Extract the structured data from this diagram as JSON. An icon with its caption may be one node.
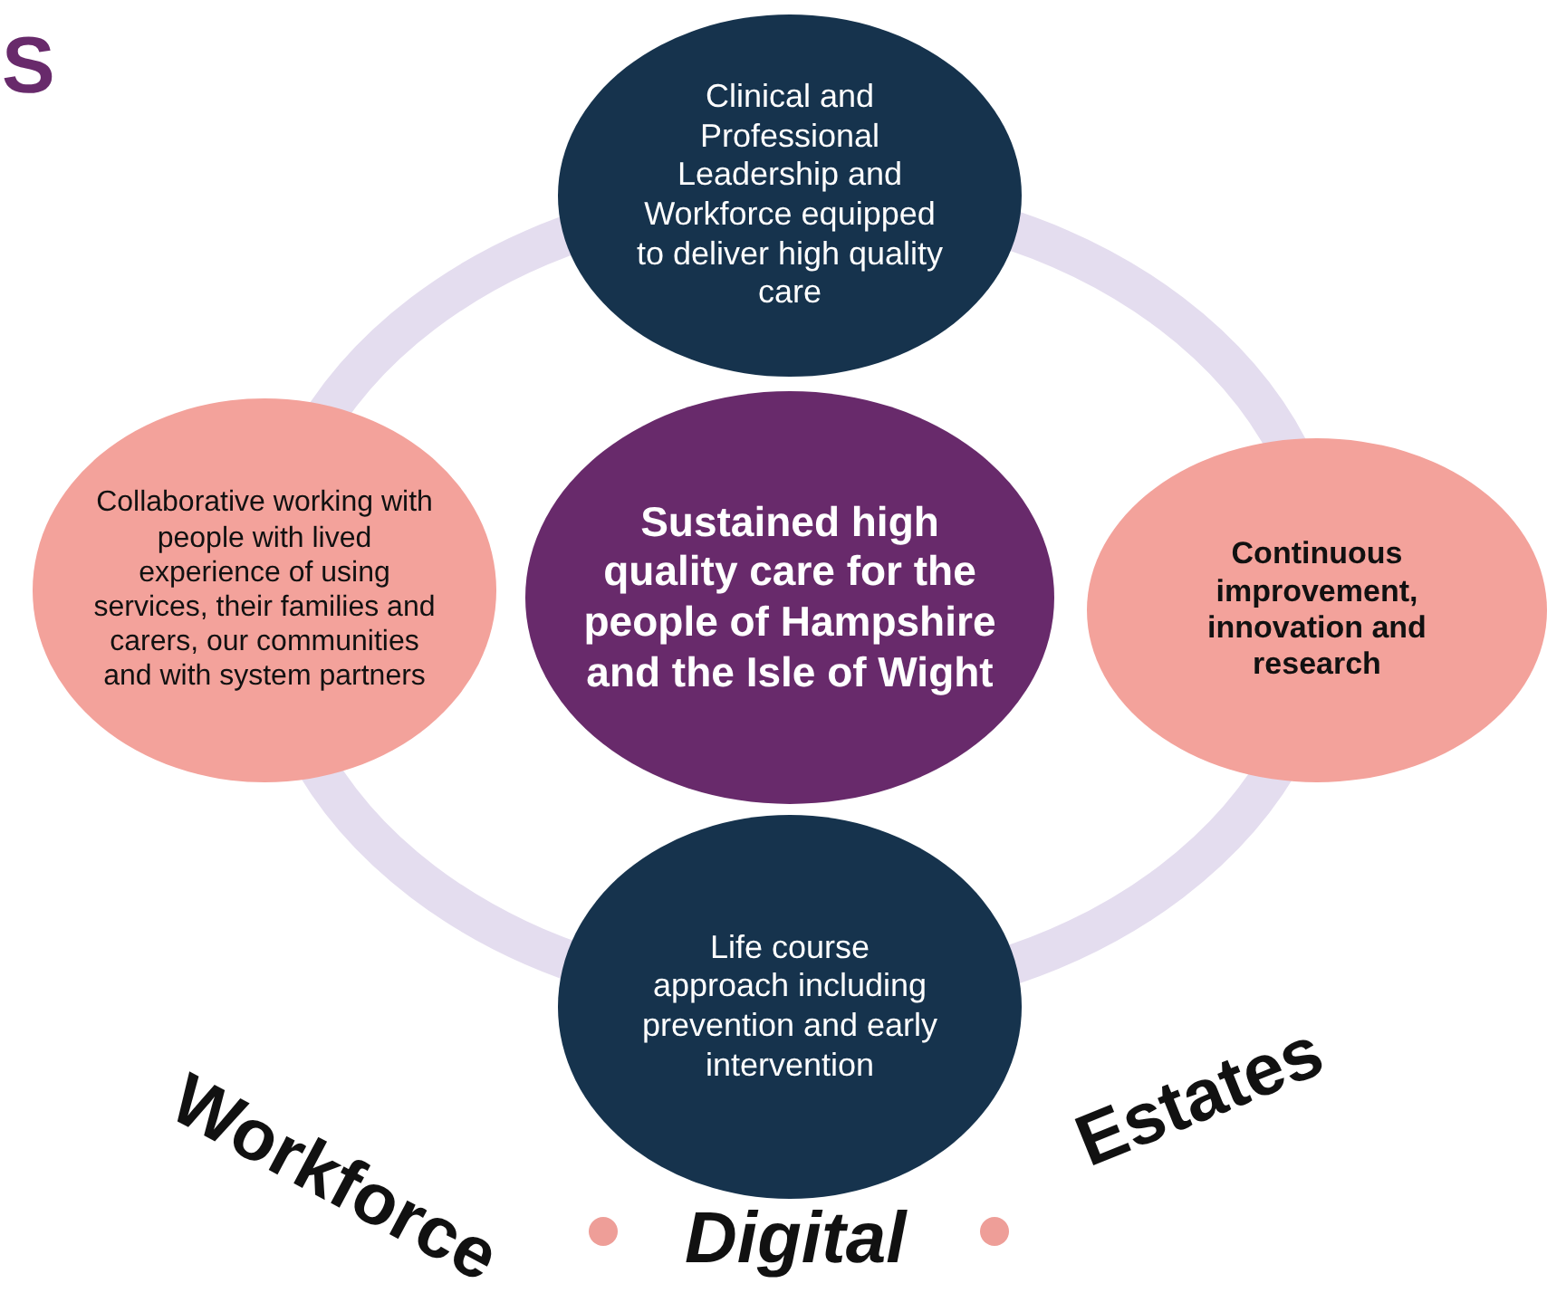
{
  "diagram": {
    "nodes": [
      {
        "text": [
          "Sustained high quality care for the people of Hampshire and the Isle of Wight"
        ]
      },
      {
        "text": [
          "Clinical and Professional Leadership and Workforce equipped to deliver high quality care"
        ]
      },
      {
        "text": [
          "Collaborative working with people with lived experience of using services, their families and carers, our communities and with system partners"
        ]
      },
      {
        "text": [
          "Continuous improvement, innovation and research"
        ]
      },
      {
        "text": [
          "Life course approach including prevention and early intervention"
        ]
      }
    ],
    "labels": [
      "S",
      "Workforce",
      "Digital",
      "Estates"
    ]
  }
}
